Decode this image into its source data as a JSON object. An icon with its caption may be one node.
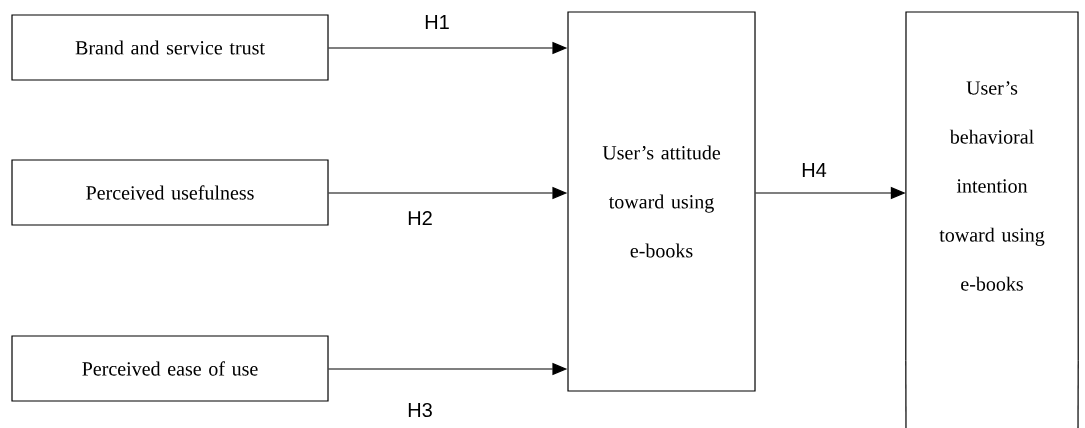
{
  "diagram": {
    "nodes": [
      {
        "text": [
          "Brand and service trust"
        ]
      },
      {
        "text": [
          "Perceived usefulness"
        ]
      },
      {
        "text": [
          "Perceived ease of use"
        ]
      },
      {
        "text": [
          "User’s attitude toward using e-books"
        ]
      },
      {
        "text": [
          "User’s behavioral intention toward using e-books"
        ]
      }
    ],
    "edges": [
      {
        "from": 0,
        "to": 3,
        "arrow": "to",
        "label": "H1"
      },
      {
        "from": 1,
        "to": 3,
        "arrow": "to",
        "label": "H2"
      },
      {
        "from": 2,
        "to": 3,
        "arrow": "to",
        "label": "H3"
      },
      {
        "from": 3,
        "to": 4,
        "arrow": "to",
        "label": "H4"
      }
    ]
  }
}
